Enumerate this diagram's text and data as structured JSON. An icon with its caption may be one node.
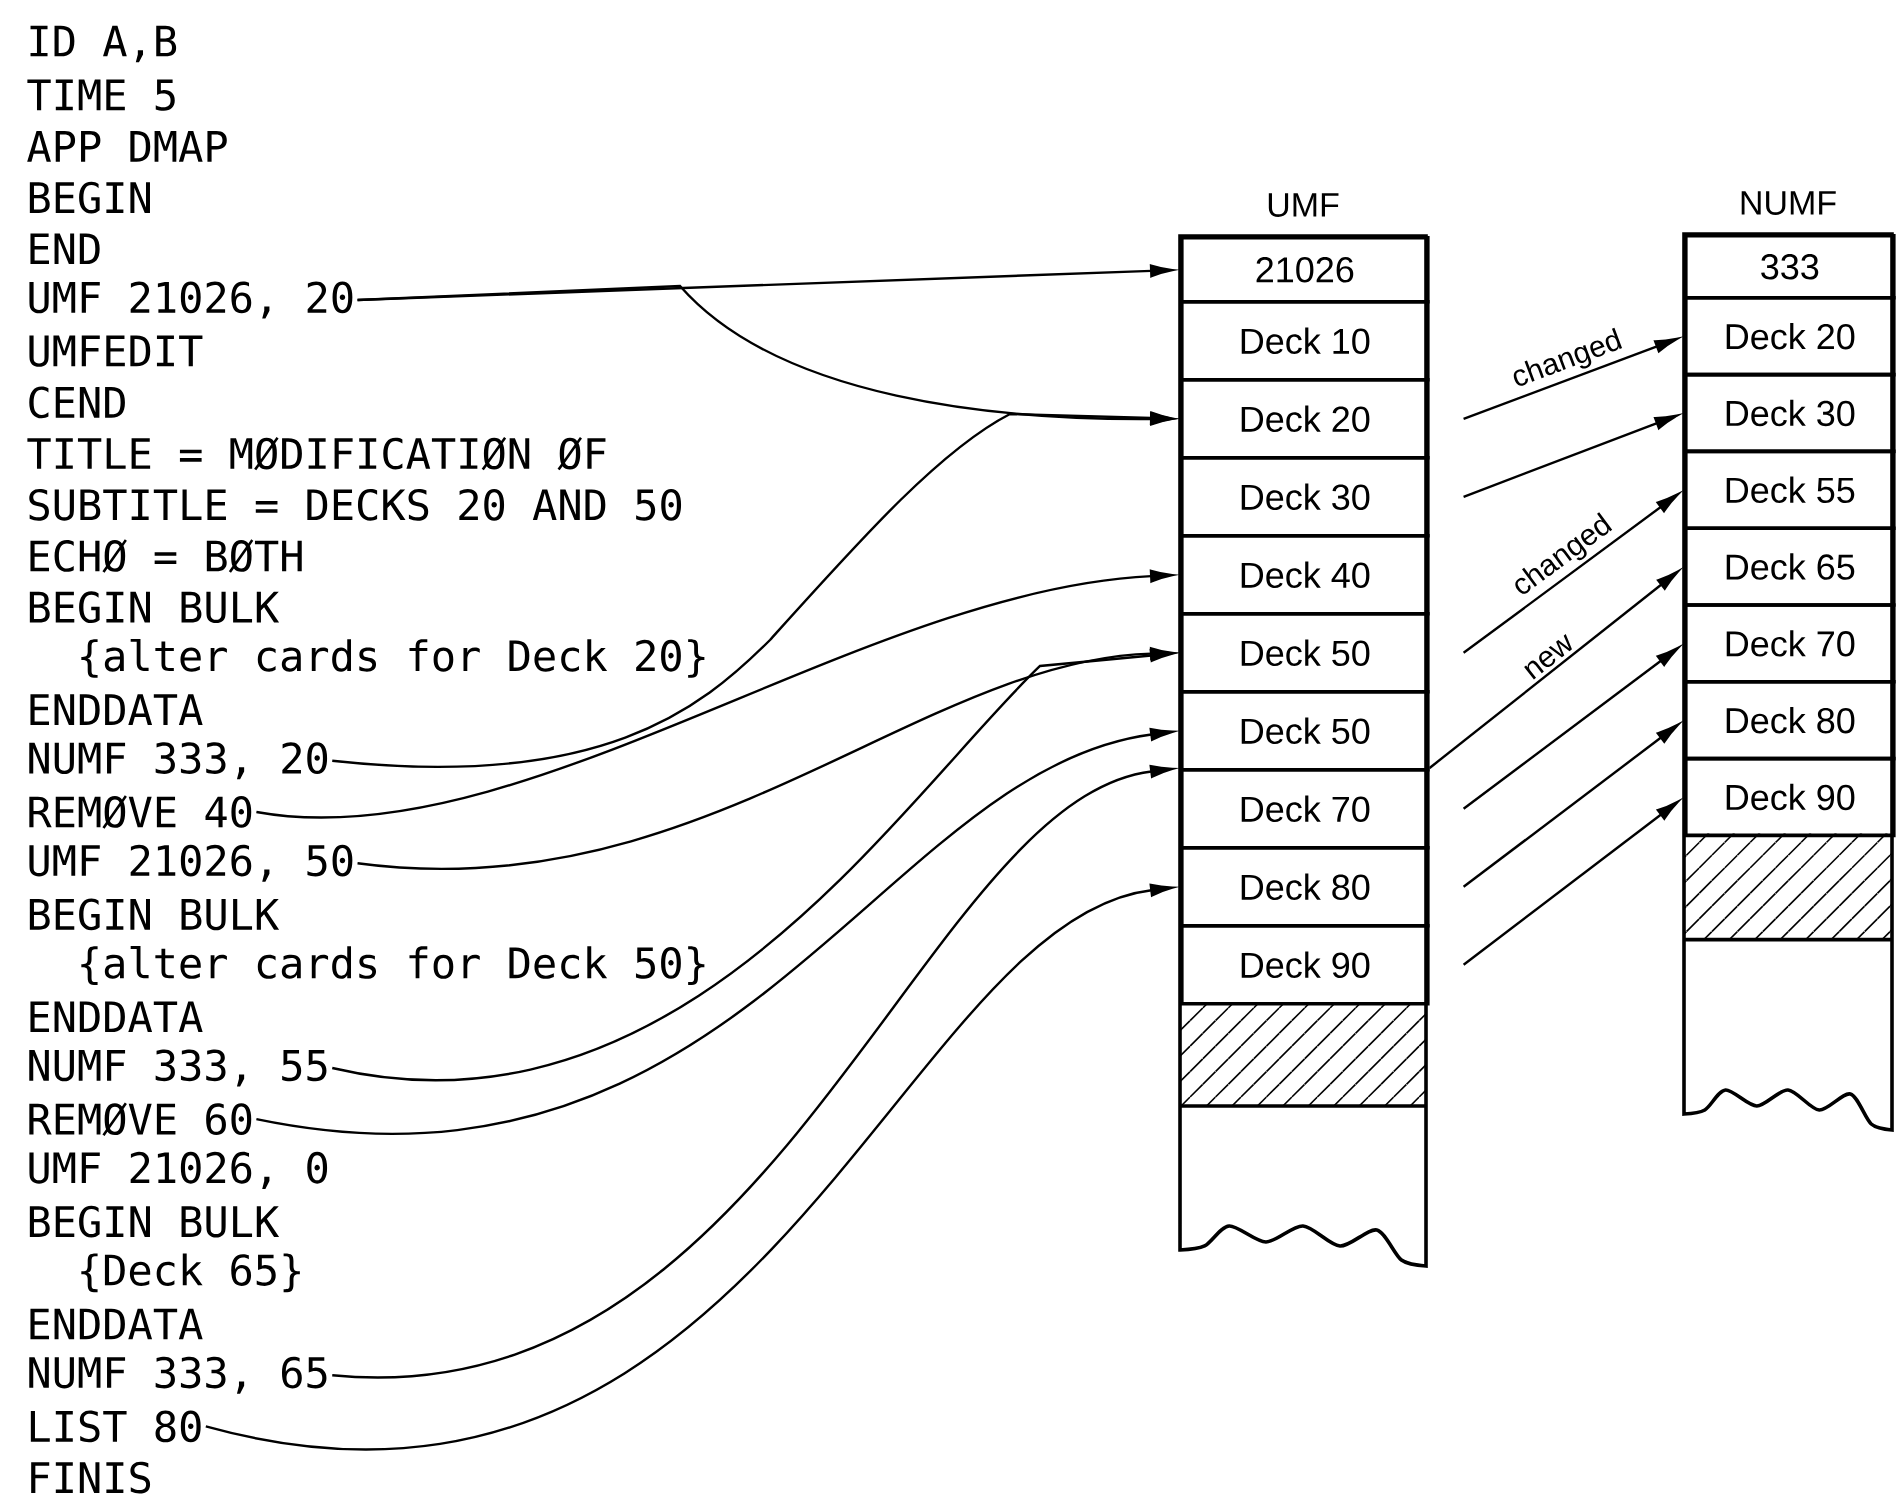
{
  "diagram": {
    "nodes": [
      {
        "text": [
          "UMF 21026, 20"
        ]
      },
      {
        "text": [
          "NUMF 333, 20"
        ]
      },
      {
        "text": [
          "REMØVE 40"
        ]
      },
      {
        "text": [
          "UMF 21026, 50"
        ]
      },
      {
        "text": [
          "NUMF 333, 55"
        ]
      },
      {
        "text": [
          "REMØVE 60"
        ]
      },
      {
        "text": [
          "NUMF 333, 65"
        ]
      },
      {
        "text": [
          "LIST 80"
        ]
      },
      {
        "text": [
          "UMF"
        ]
      },
      {
        "text": [
          "21026"
        ],
        "in": 8
      },
      {
        "text": [
          "Deck 10"
        ],
        "in": 8
      },
      {
        "text": [
          "Deck 20"
        ],
        "in": 8
      },
      {
        "text": [
          "Deck 30"
        ],
        "in": 8
      },
      {
        "text": [
          "Deck 40"
        ],
        "in": 8
      },
      {
        "text": [
          "Deck 50"
        ],
        "in": 8
      },
      {
        "text": [
          "Deck 50"
        ],
        "in": 8
      },
      {
        "text": [
          "Deck 70"
        ],
        "in": 8
      },
      {
        "text": [
          "Deck 80"
        ],
        "in": 8
      },
      {
        "text": [
          "Deck 90"
        ],
        "in": 8
      },
      {
        "text": [
          "NUMF"
        ]
      },
      {
        "text": [
          "333"
        ],
        "in": 19
      },
      {
        "text": [
          "Deck 20"
        ],
        "in": 19
      },
      {
        "text": [
          "Deck 30"
        ],
        "in": 19
      },
      {
        "text": [
          "Deck 55"
        ],
        "in": 19
      },
      {
        "text": [
          "Deck 65"
        ],
        "in": 19
      },
      {
        "text": [
          "Deck 70"
        ],
        "in": 19
      },
      {
        "text": [
          "Deck 80"
        ],
        "in": 19
      },
      {
        "text": [
          "Deck 90"
        ],
        "in": 19
      }
    ],
    "edges": [
      {
        "from": 0,
        "to": 9,
        "arrow": "to"
      },
      {
        "from": 0,
        "to": 11,
        "arrow": "to"
      },
      {
        "from": 1,
        "to": 11,
        "arrow": "to"
      },
      {
        "from": 2,
        "to": 13,
        "arrow": "to"
      },
      {
        "from": 3,
        "to": 14,
        "arrow": "to"
      },
      {
        "from": 4,
        "to": 14,
        "arrow": "to"
      },
      {
        "from": 5,
        "to": 15,
        "arrow": "to"
      },
      {
        "from": 6,
        "to": 16,
        "arrow": "to"
      },
      {
        "from": 7,
        "to": 17,
        "arrow": "to"
      },
      {
        "from": 11,
        "to": 21,
        "arrow": "to",
        "label": "changed"
      },
      {
        "from": 12,
        "to": 22,
        "arrow": "to"
      },
      {
        "from": 14,
        "to": 23,
        "arrow": "to",
        "label": "changed"
      },
      {
        "from": 16,
        "to": 24,
        "arrow": "to",
        "label": "new"
      },
      {
        "from": 16,
        "to": 25,
        "arrow": "to"
      },
      {
        "from": 17,
        "to": 26,
        "arrow": "to"
      },
      {
        "from": 18,
        "to": 27,
        "arrow": "to"
      }
    ],
    "labels": [
      "ID A,B",
      "TIME 5",
      "APP DMAP",
      "BEGIN",
      "END",
      "UMFEDIT",
      "CEND",
      "TITLE = MØDIFICATIØN ØF",
      "SUBTITLE = DECKS 20 AND 50",
      "ECHØ = BØTH",
      "BEGIN BULK",
      "{alter cards for Deck 20}",
      "ENDDATA",
      "BEGIN BULK",
      "{alter cards for Deck 50}",
      "ENDDATA",
      "UMF 21026, 0",
      "BEGIN BULK",
      "{Deck 65}",
      "ENDDATA",
      "FINIS"
    ]
  }
}
